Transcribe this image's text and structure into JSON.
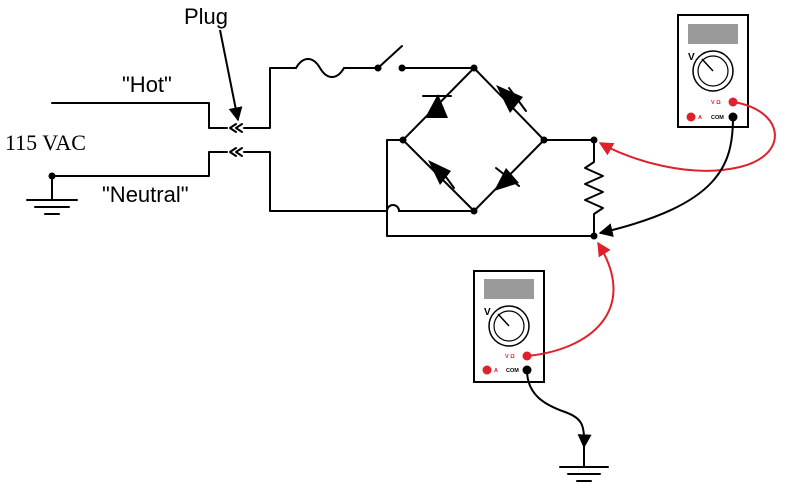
{
  "labels": {
    "plug": "Plug",
    "hot": "\"Hot\"",
    "neutral": "\"Neutral\"",
    "source_voltage": "115 VAC"
  },
  "meter_top": {
    "vohm_label": "V Ω",
    "amp_label": "A",
    "com_label": "COM",
    "needle_label": "V"
  },
  "meter_bottom": {
    "vohm_label": "V Ω",
    "amp_label": "A",
    "com_label": "COM",
    "needle_label": "V"
  },
  "colors": {
    "wire": "#000000",
    "probe_red": "#e0202a",
    "meter_display": "#9a9a9a"
  }
}
